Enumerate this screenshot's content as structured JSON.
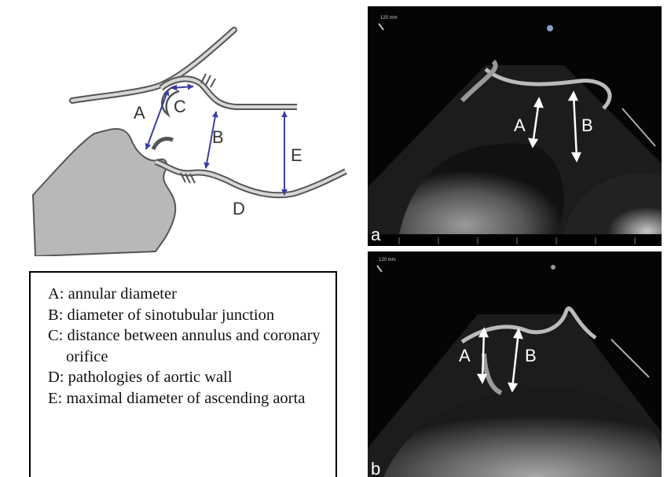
{
  "diagram": {
    "labels": {
      "a": "A",
      "b": "B",
      "c": "C",
      "d": "D",
      "e": "E"
    }
  },
  "legend": {
    "items": [
      "A: annular diameter",
      "B: diameter of sinotubular junction",
      "C: distance between annulus and coronary orifice",
      "D: pathologies of aortic wall",
      "E: maximal diameter of ascending aorta"
    ]
  },
  "echo_a": {
    "panel_letter": "a",
    "label_a": "A",
    "label_b": "B"
  },
  "echo_b": {
    "panel_letter": "b",
    "label_a": "A",
    "label_b": "B"
  },
  "colors": {
    "arrow": "#3b3f9f",
    "tissue": "#b8b8b8",
    "outline": "#555555"
  }
}
